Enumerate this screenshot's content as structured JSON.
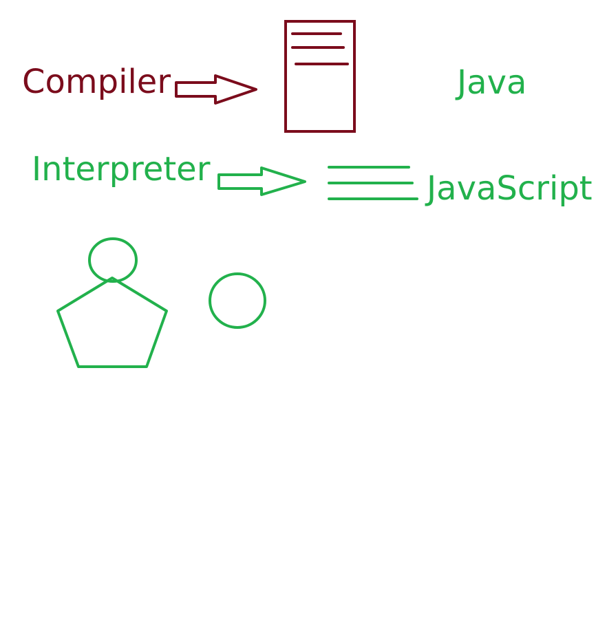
{
  "colors": {
    "compiler": "#7b0c1c",
    "interpreter": "#22b14c",
    "background": "#ffffff"
  },
  "labels": {
    "compiler": "Compiler",
    "java": "Java",
    "interpreter": "Interpreter",
    "javascript": "JavaScript"
  },
  "icons": {
    "compiler_arrow": "right-arrow-icon",
    "compiled_file": "document-icon",
    "interpreter_arrow": "right-arrow-icon",
    "interpreted_lines": "text-lines-icon",
    "head_circle": "circle-shape",
    "pentagon": "pentagon-shape",
    "standalone_circle": "circle-shape"
  }
}
